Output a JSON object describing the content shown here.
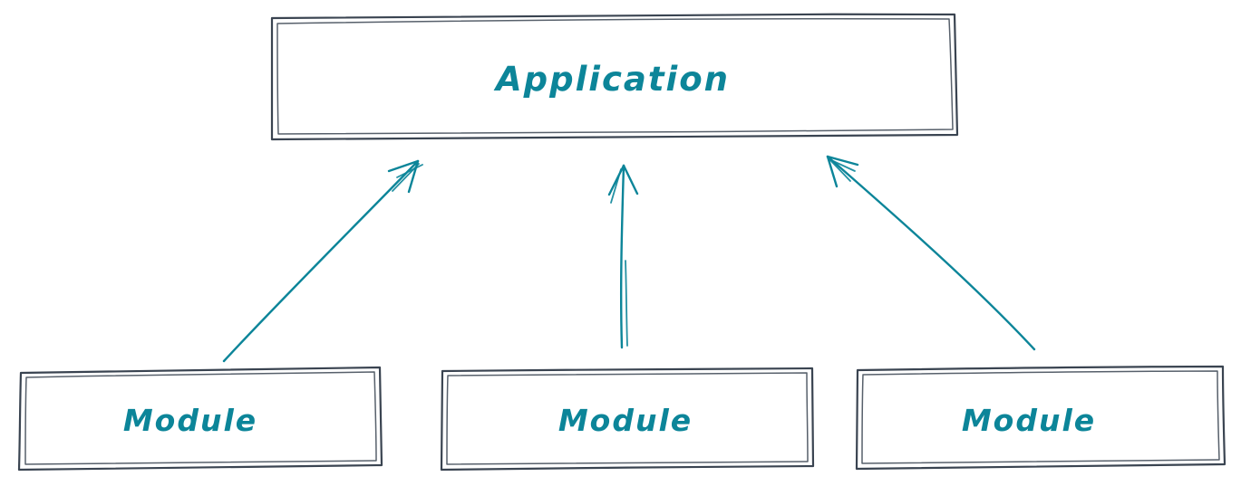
{
  "diagram": {
    "application": {
      "label": "Application"
    },
    "modules": [
      {
        "label": "Module"
      },
      {
        "label": "Module"
      },
      {
        "label": "Module"
      }
    ],
    "colors": {
      "box_stroke": "#3a4451",
      "arrow": "#0c8599",
      "label": "#0c8599",
      "background": "#ffffff"
    }
  }
}
